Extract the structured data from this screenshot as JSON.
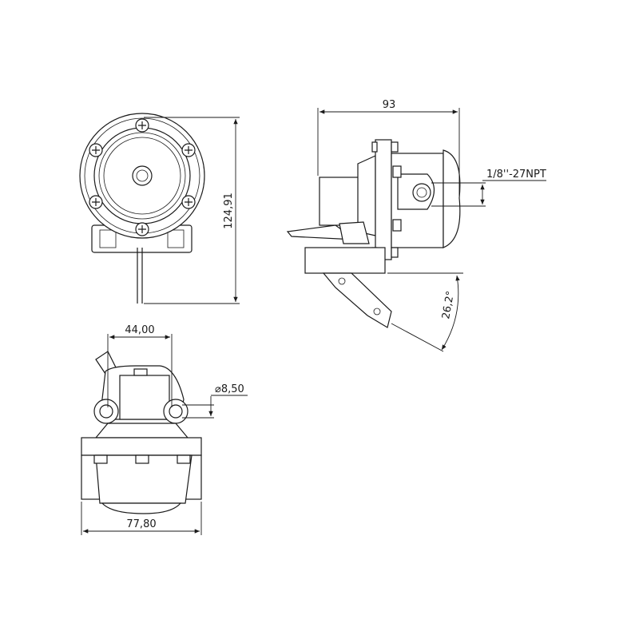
{
  "drawing": {
    "front_view": {
      "height_dimension": "124,91"
    },
    "side_view": {
      "length_dimension": "93",
      "thread_callout": "1/8''-27NPT",
      "lever_angle": "26,2°"
    },
    "bottom_view": {
      "hole_spacing": "44,00",
      "hole_diameter": "⌀8,50",
      "width_dimension": "77,80"
    }
  }
}
